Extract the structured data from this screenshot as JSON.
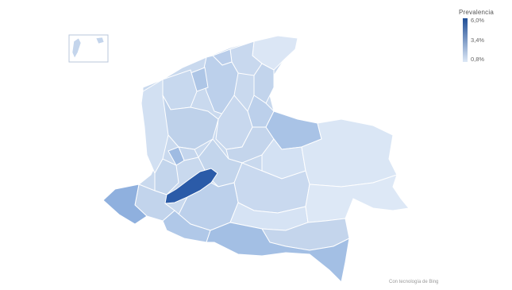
{
  "legend": {
    "title": "Prevalencia",
    "max_label": "6,0%",
    "mid_label": "3,4%",
    "min_label": "0,8%",
    "color_max": "#1f4e96",
    "color_min": "#dde8f6"
  },
  "map": {
    "country": "Colombia",
    "inset": "San Andrés islands",
    "highlight_color": "#2b5ba8"
  },
  "attribution": "Con tecnología de Bing"
}
